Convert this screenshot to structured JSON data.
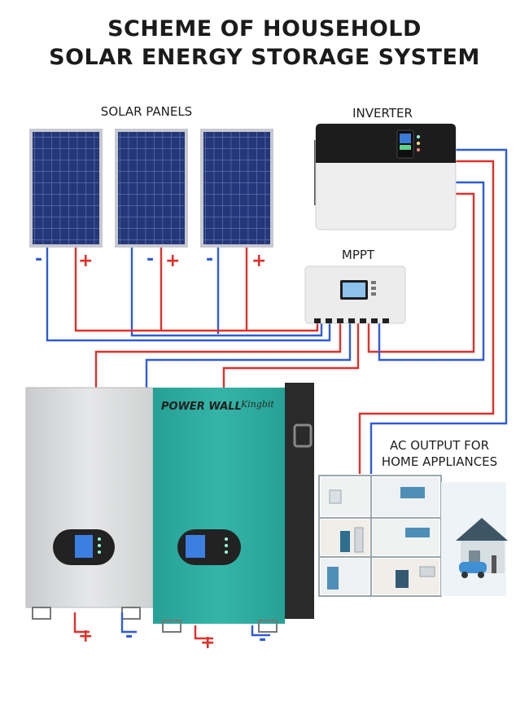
{
  "title": {
    "line1": "SCHEME OF HOUSEHOLD",
    "line2": "SOLAR ENERGY STORAGE SYSTEM"
  },
  "labels": {
    "solar_panels": "SOLAR PANELS",
    "inverter": "INVERTER",
    "mppt": "MPPT",
    "ac_output_line1": "AC OUTPUT FOR",
    "ac_output_line2": "HOME APPLIANCES"
  },
  "battery": {
    "brand_text": "POWER WALL",
    "logo_text": "Kingbit"
  },
  "terminals": {
    "minus": "-",
    "plus": "+"
  },
  "colors": {
    "positive_wire": "#e0302a",
    "negative_wire": "#2f5bd8",
    "panel": "#24377a",
    "battery_teal": "#2aa79b",
    "battery_silver": "#d9dbdc"
  }
}
